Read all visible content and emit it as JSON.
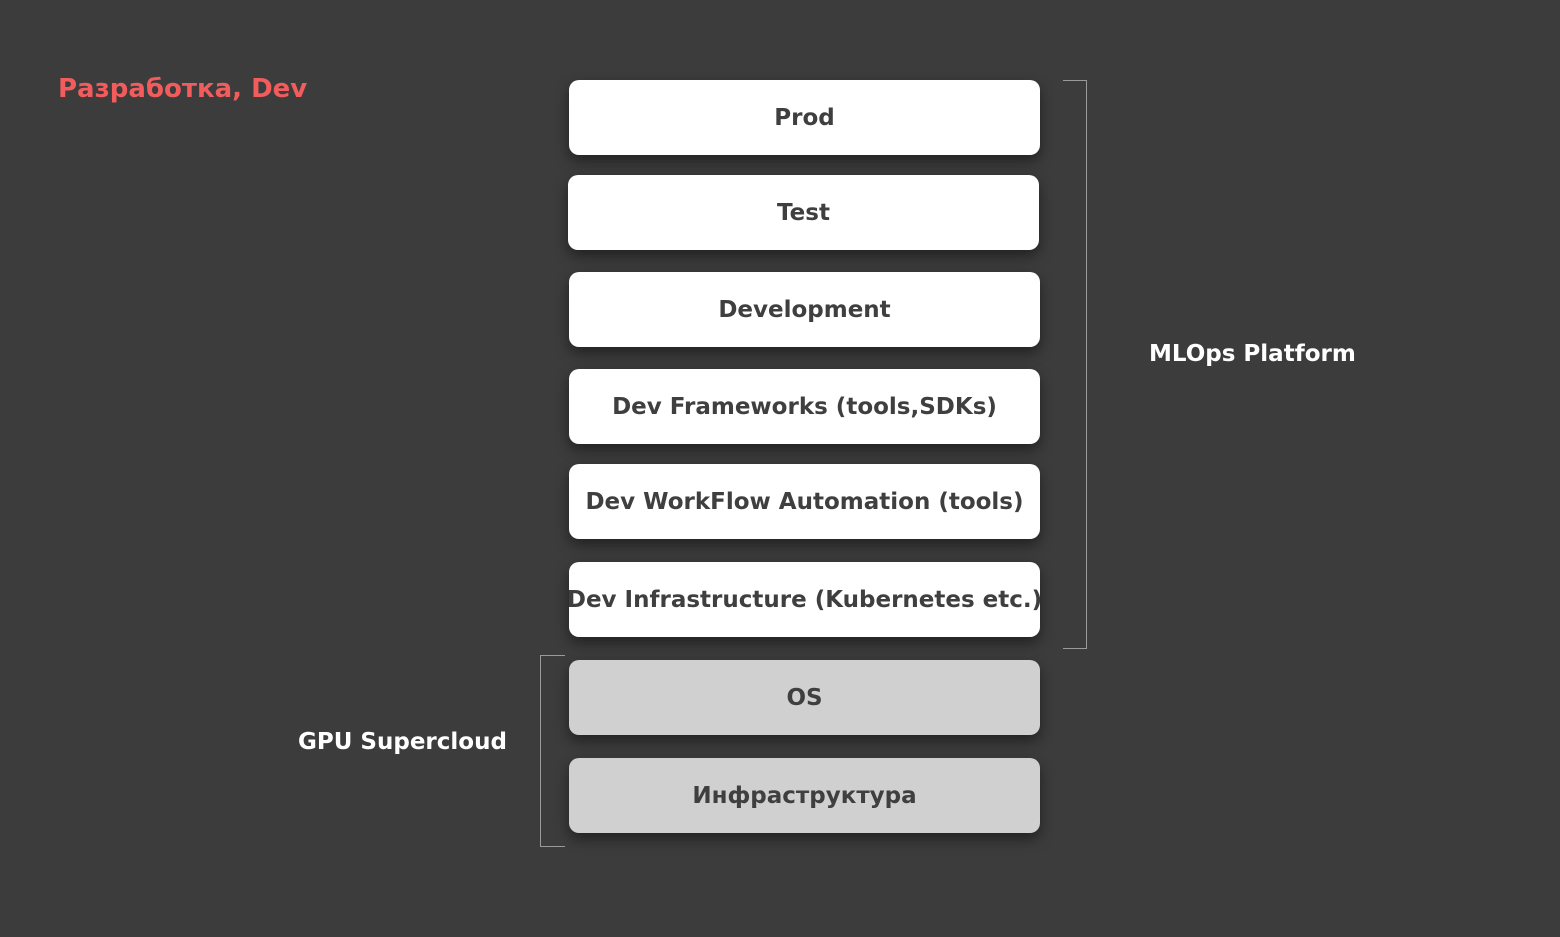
{
  "title": "Разработка, Dev",
  "stack": [
    {
      "label": "Prod",
      "style": "white"
    },
    {
      "label": "Test",
      "style": "white"
    },
    {
      "label": "Development",
      "style": "white"
    },
    {
      "label": "Dev Frameworks (tools,SDKs)",
      "style": "white"
    },
    {
      "label": "Dev WorkFlow Automation (tools)",
      "style": "white"
    },
    {
      "label": "Dev Infrastructure (Kubernetes etc.)",
      "style": "white"
    },
    {
      "label": "OS",
      "style": "gray"
    },
    {
      "label": "Инфраструктура",
      "style": "gray"
    }
  ],
  "groups": {
    "mlops": "MLOps Platform",
    "gpu": "GPU Supercloud"
  },
  "colors": {
    "background": "#3c3c3c",
    "title": "#f25c5c",
    "box_white": "#ffffff",
    "box_gray": "#d0d0d0",
    "box_text": "#3f3f3f",
    "group_label": "#ffffff",
    "bracket": "#9a9a9a"
  }
}
